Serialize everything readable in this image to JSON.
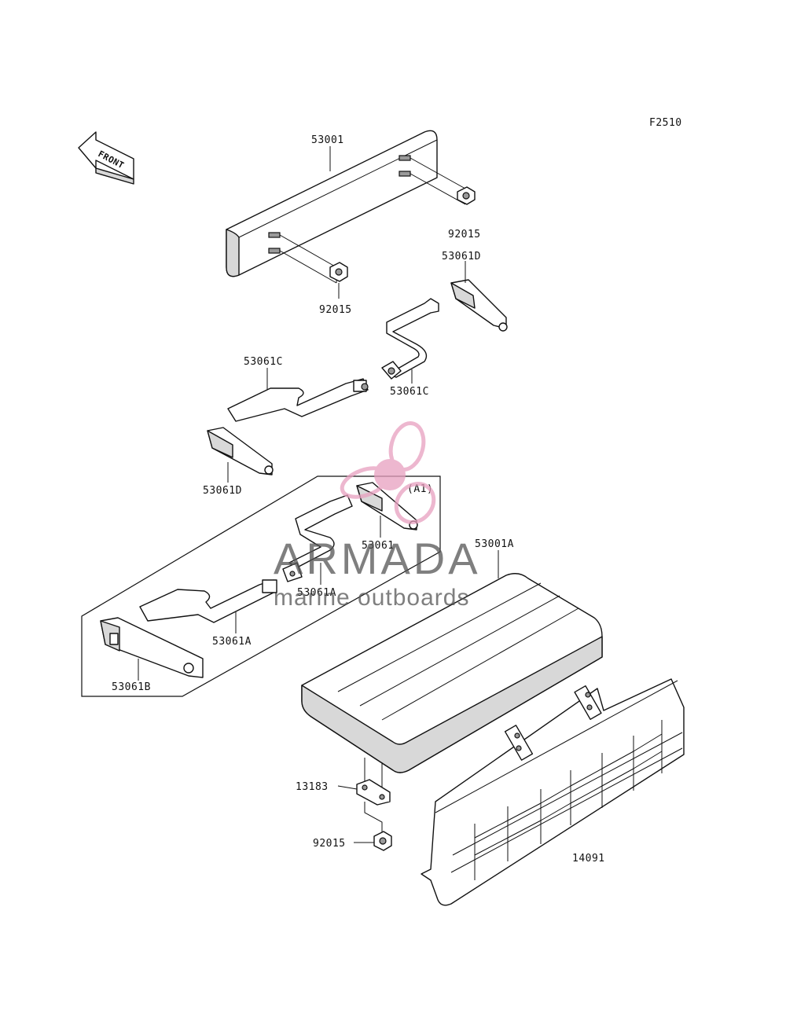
{
  "figure_code": "F2510",
  "front_label": "FRONT",
  "callouts": {
    "seat_rear": "53001",
    "nut_upper_right": "92015",
    "nut_upper_left": "92015",
    "strap_mid_right": "53061D",
    "strap_c_left": "53061C",
    "strap_c_right": "53061C",
    "strap_d_left": "53061D",
    "ref_a1": "(A1)",
    "strap_53061": "53061",
    "seat_front": "53001A",
    "strap_a_upper": "53061A",
    "strap_a_lower": "53061A",
    "strap_b": "53061B",
    "bracket": "13183",
    "nut_lower": "92015",
    "cover": "14091"
  },
  "watermark": {
    "brand": "ARMADA",
    "tagline": "marine outboards",
    "color": "#e8a0bf"
  }
}
